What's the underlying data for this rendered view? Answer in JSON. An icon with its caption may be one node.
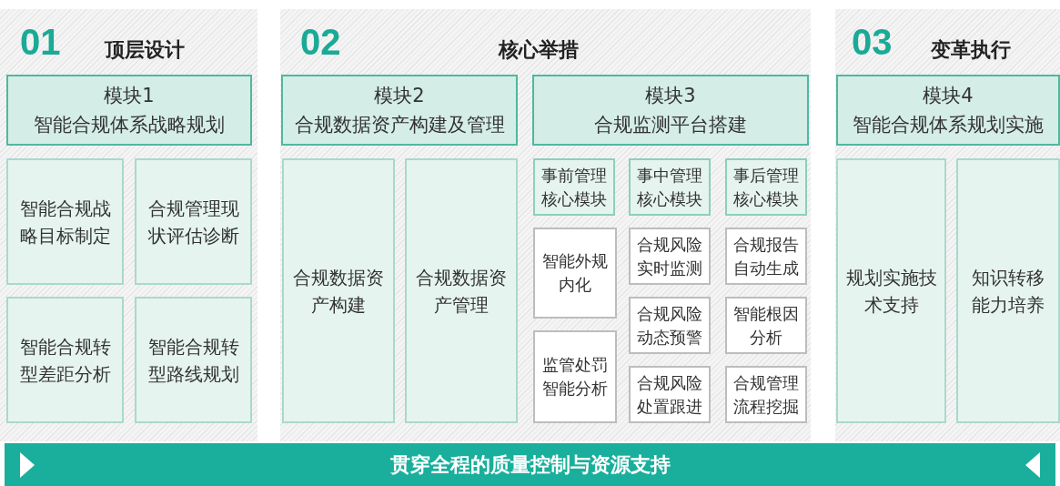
{
  "diagram": {
    "nodes": [
      {
        "text": [
          "01",
          "顶层设计"
        ]
      },
      {
        "text": [
          "模块1",
          "智能合规体系战略规划"
        ],
        "in": 0
      },
      {
        "text": [
          "智能合规战略目标制定"
        ],
        "in": 0
      },
      {
        "text": [
          "合规管理现状评估诊断"
        ],
        "in": 0
      },
      {
        "text": [
          "智能合规转型差距分析"
        ],
        "in": 0
      },
      {
        "text": [
          "智能合规转型路线规划"
        ],
        "in": 0
      },
      {
        "text": [
          "02",
          "核心举措"
        ]
      },
      {
        "text": [
          "模块2",
          "合规数据资产构建及管理"
        ],
        "in": 6
      },
      {
        "text": [
          "合规数据资产构建"
        ],
        "in": 6
      },
      {
        "text": [
          "合规数据资产管理"
        ],
        "in": 6
      },
      {
        "text": [
          "模块3",
          "合规监测平台搭建"
        ],
        "in": 6
      },
      {
        "text": [
          "事前管理核心模块"
        ],
        "in": 6
      },
      {
        "text": [
          "事中管理核心模块"
        ],
        "in": 6
      },
      {
        "text": [
          "事后管理核心模块"
        ],
        "in": 6
      },
      {
        "text": [
          "智能外规内化"
        ],
        "in": 6
      },
      {
        "text": [
          "合规风险实时监测"
        ],
        "in": 6
      },
      {
        "text": [
          "合规报告自动生成"
        ],
        "in": 6
      },
      {
        "text": [
          "合规风险动态预警"
        ],
        "in": 6
      },
      {
        "text": [
          "智能根因分析"
        ],
        "in": 6
      },
      {
        "text": [
          "监管处罚智能分析"
        ],
        "in": 6
      },
      {
        "text": [
          "合规风险处置跟进"
        ],
        "in": 6
      },
      {
        "text": [
          "合规管理流程挖掘"
        ],
        "in": 6
      },
      {
        "text": [
          "03",
          "变革执行"
        ]
      },
      {
        "text": [
          "模块4",
          "智能合规体系规划实施"
        ],
        "in": 22
      },
      {
        "text": [
          "规划实施技术支持"
        ],
        "in": 22
      },
      {
        "text": [
          "知识转移能力培养"
        ],
        "in": 22
      },
      {
        "text": [
          "贯穿全程的质量控制与资源支持"
        ]
      }
    ],
    "edges": []
  }
}
